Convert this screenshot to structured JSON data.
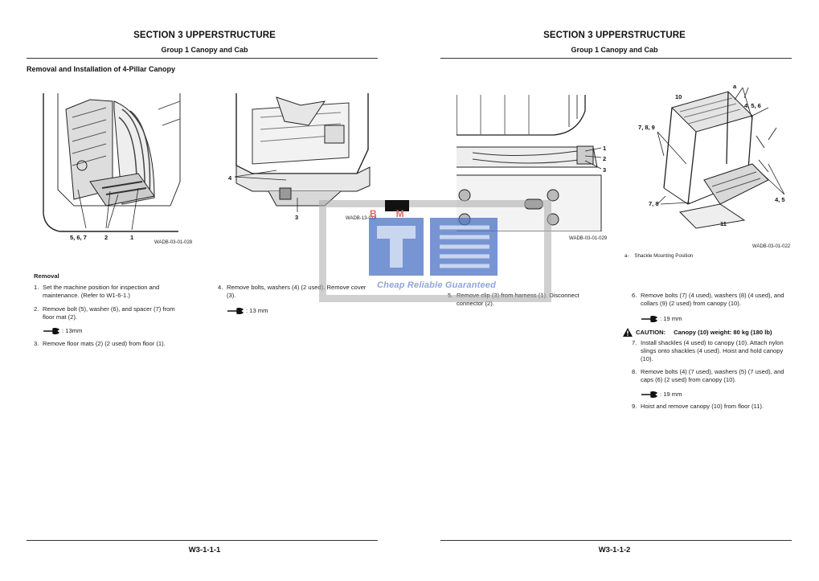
{
  "left_page": {
    "section_title": "SECTION 3 UPPERSTRUCTURE",
    "group_title": "Group 1 Canopy and Cab",
    "heading": "Removal and Installation of 4-Pillar Canopy",
    "fig1": {
      "callouts": [
        "5, 6, 7",
        "2",
        "1"
      ],
      "code": "WADB-03-01-028"
    },
    "fig2": {
      "callouts": [
        "4",
        "3"
      ],
      "code": "WADB-13-018"
    },
    "removal_label": "Removal",
    "steps_col1": [
      {
        "num": "1.",
        "text": [
          "Set the machine position for inspection and",
          "maintenance. (Refer to W1-6-1.)"
        ]
      },
      {
        "num": "2.",
        "text": [
          "Remove bolt (5), washer (6), and spacer (7) from",
          "floor mat (2)."
        ]
      },
      {
        "num": "3.",
        "text": [
          "Remove floor mats (2) (2 used) from floor (1)."
        ]
      }
    ],
    "wrench_col1": ": 13mm",
    "steps_col2": [
      {
        "num": "4.",
        "text": [
          "Remove bolts, washers (4) (2 used). Remove cover",
          "(3)."
        ]
      }
    ],
    "wrench_col2": ": 13 mm",
    "footer": "W3-1-1-1"
  },
  "right_page": {
    "section_title": "SECTION 3 UPPERSTRUCTURE",
    "group_title": "Group 1 Canopy and Cab",
    "fig3": {
      "callouts": [
        "1",
        "2",
        "3"
      ],
      "code": "WADB-03-01-029"
    },
    "fig4": {
      "callouts": [
        "a",
        "10",
        "4, 5, 6",
        "7, 8, 9",
        "7, 8",
        "11",
        "4, 5"
      ],
      "code": "WADB-03-01-022"
    },
    "legend": {
      "key": "a-",
      "text": "Shackle Mounting Position"
    },
    "step5": {
      "num": "5.",
      "text": [
        "Remove clip (3) from harness (1). Disconnect",
        "connector (2)."
      ]
    },
    "step6": {
      "num": "6.",
      "text": [
        "Remove bolts (7) (4 used), washers (8) (4 used), and",
        "collars (9) (2 used) from canopy (10)."
      ]
    },
    "wrench6": ": 19 mm",
    "caution": {
      "label": "CAUTION:",
      "text": "Canopy (10) weight: 80 kg (180 lb)"
    },
    "step7": {
      "num": "7.",
      "text": [
        "Install shackles (4 used) to canopy (10). Attach nylon",
        "slings onto shackles (4 used). Hoist and hold canopy",
        "(10)."
      ]
    },
    "step8": {
      "num": "8.",
      "text": [
        "Remove bolts (4) (7 used), washers (5) (7 used), and",
        "caps (6) (2 used) from canopy (10)."
      ]
    },
    "wrench8": ": 19 mm",
    "step9": {
      "num": "9.",
      "text": [
        "Hoist and remove canopy (10) from floor (11)."
      ]
    },
    "footer": "W3-1-1-2"
  },
  "watermark": {
    "letters": "BM",
    "tagline": "Cheap Reliable Guaranteed",
    "colors": {
      "logo_blue": "#4a72c4",
      "letters_red": "#e06666",
      "frame_gray": "#aaaaaa"
    }
  }
}
